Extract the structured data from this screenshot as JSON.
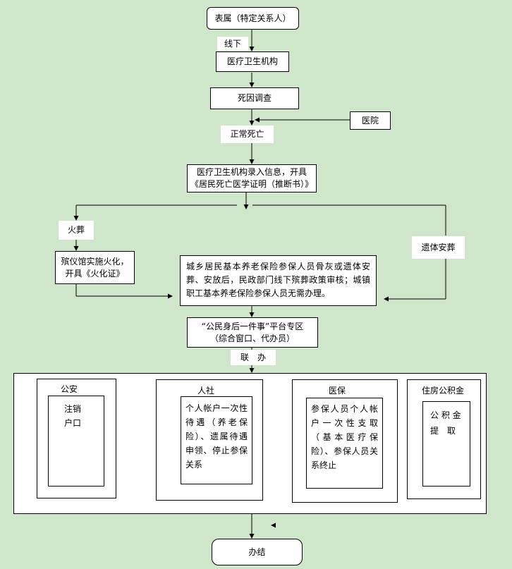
{
  "nodes": {
    "start": "表属（特定关系人）",
    "offline": "线下",
    "medical_org": "医疗卫生机构",
    "death_investigation": "死因调查",
    "hospital": "医院",
    "normal_death": "正常死亡",
    "record_info": [
      "医疗卫生机构录入信息，开具",
      "《居民死亡医学证明（推断书）》"
    ],
    "cremation": "火葬",
    "funeral_home": [
      "殡仪馆实施火化，",
      "开具《火化证》"
    ],
    "burial": "遗体安葬",
    "policy_review": "城乡居民基本养老保险参保人员骨灰或遗体安葬、安放后，民政部门线下殡葬政策审核；城镇职工基本养老保险参保人员无需办理。",
    "platform": [
      "“公民身后一件事”平台专区",
      "（综合窗口、代办员）"
    ],
    "joint": "联　办",
    "done": "办结"
  },
  "departments": {
    "police": {
      "title": "公安",
      "body": [
        "注销",
        "户口"
      ]
    },
    "social": {
      "title": "人社",
      "body": "个人帐户一次性待遇（养老保险）、遗属待遇申领、停止参保关系"
    },
    "medical_insurance": {
      "title": "医保",
      "body": "参保人员个人帐户一次性支取（基本医疗保险）、参保人员关系终止"
    },
    "housing_fund": {
      "title": "住房公积金",
      "body": [
        "公 积 金",
        "提　取"
      ]
    }
  },
  "colors": {
    "background": "#cfe6cb",
    "box": "#ffffff",
    "line": "#000000"
  }
}
